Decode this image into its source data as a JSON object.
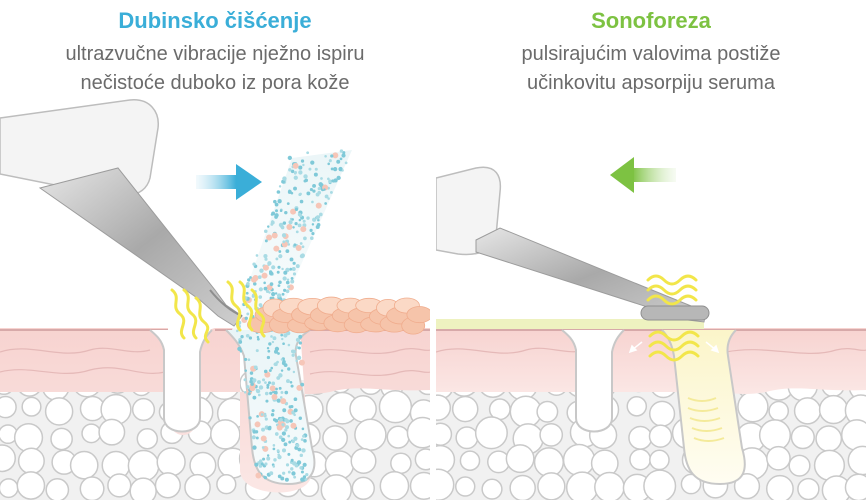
{
  "colors": {
    "cleansing_accent": "#3aaed8",
    "sonophoresis_accent": "#7dc242",
    "subtitle_text": "#6b6b6b",
    "skin_top": "#f5c7c4",
    "skin_lines": "#d7a9a9",
    "vibration_waves": "#f2e64a",
    "device_metal": "#b9b9b9"
  },
  "left_panel": {
    "title": "Dubinsko čišćenje",
    "subtitle_lines": [
      "ultrazvučne vibracije nježno ispiru",
      "nečistoće duboko iz pora kože"
    ],
    "arrow_direction": "right",
    "arrow_icon": "arrow-right-icon"
  },
  "right_panel": {
    "title": "Sonoforeza",
    "subtitle_lines": [
      "pulsirajućim valovima postiže",
      "učinkovitu apsorpiju seruma"
    ],
    "arrow_direction": "left",
    "arrow_icon": "arrow-left-icon"
  }
}
